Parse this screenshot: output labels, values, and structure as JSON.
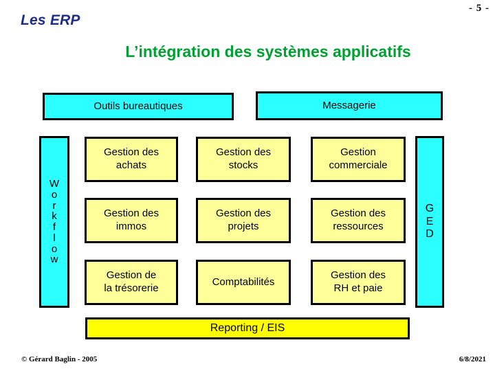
{
  "slide": {
    "number_label": "- 5 -",
    "deck_title": "Les ERP",
    "title": "L’intégration des systèmes applicatifs"
  },
  "top_bars": {
    "bureautique": "Outils bureautiques",
    "messagerie": "Messagerie"
  },
  "side_columns": {
    "workflow": {
      "label": "Workflow",
      "letters": [
        "W",
        "o",
        "r",
        "k",
        "f",
        "l",
        "o",
        "w"
      ]
    },
    "ged": {
      "label": "GED",
      "letters": [
        "G",
        "E",
        "D"
      ]
    }
  },
  "modules": {
    "rows": [
      [
        {
          "line1": "Gestion des",
          "line2": "achats"
        },
        {
          "line1": "Gestion des",
          "line2": "stocks"
        },
        {
          "line1": "Gestion",
          "line2": "commerciale"
        }
      ],
      [
        {
          "line1": "Gestion des",
          "line2": "immos"
        },
        {
          "line1": "Gestion des",
          "line2": "projets"
        },
        {
          "line1": "Gestion des",
          "line2": "ressources"
        }
      ],
      [
        {
          "line1": "Gestion de",
          "line2": "la trésorerie"
        },
        {
          "line1": "Comptabilités",
          "line2": ""
        },
        {
          "line1": "Gestion des",
          "line2": "RH et paie"
        }
      ]
    ]
  },
  "bottom_bar": {
    "reporting": "Reporting / EIS"
  },
  "footer": {
    "copyright": "© Gérard Baglin - 2005",
    "date": "6/8/2021"
  },
  "colors": {
    "deck_title": "#1F2E87",
    "slide_title": "#00A033",
    "cyan_fill": "#2BFFFF",
    "pale_yellow_fill": "#FFFF99",
    "bright_yellow_fill": "#FFFF00",
    "border": "#000000"
  }
}
